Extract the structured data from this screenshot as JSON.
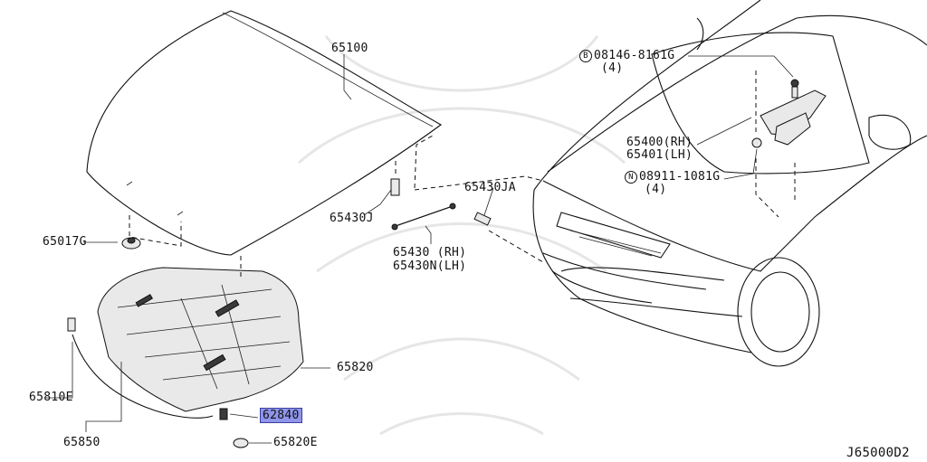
{
  "parts": {
    "hood": "65100",
    "hood_lock_bolt": "08146-8161G",
    "hood_lock_bolt_qty": "(4)",
    "bolt_symbol": "B",
    "hinge_rh": "65400(RH)",
    "hinge_lh": "65401(LH)",
    "nut": "08911-1081G",
    "nut_qty": "(4)",
    "nut_symbol": "N",
    "stay_ball_upper": "65430J",
    "stay_ball_lower": "65430JA",
    "hood_stay_rh": "65430 (RH)",
    "hood_stay_lh": "65430N(LH)",
    "bumper_rubber": "65017G",
    "insulator": "65820",
    "clip_left": "65810E",
    "seal": "65850",
    "clip_bottom": "62840",
    "clip_retainer": "65820E"
  },
  "diagram_code": "J65000D2",
  "colors": {
    "highlight": "#8f95ea",
    "highlight_border": "#3a3fa0",
    "line": "#111111"
  }
}
